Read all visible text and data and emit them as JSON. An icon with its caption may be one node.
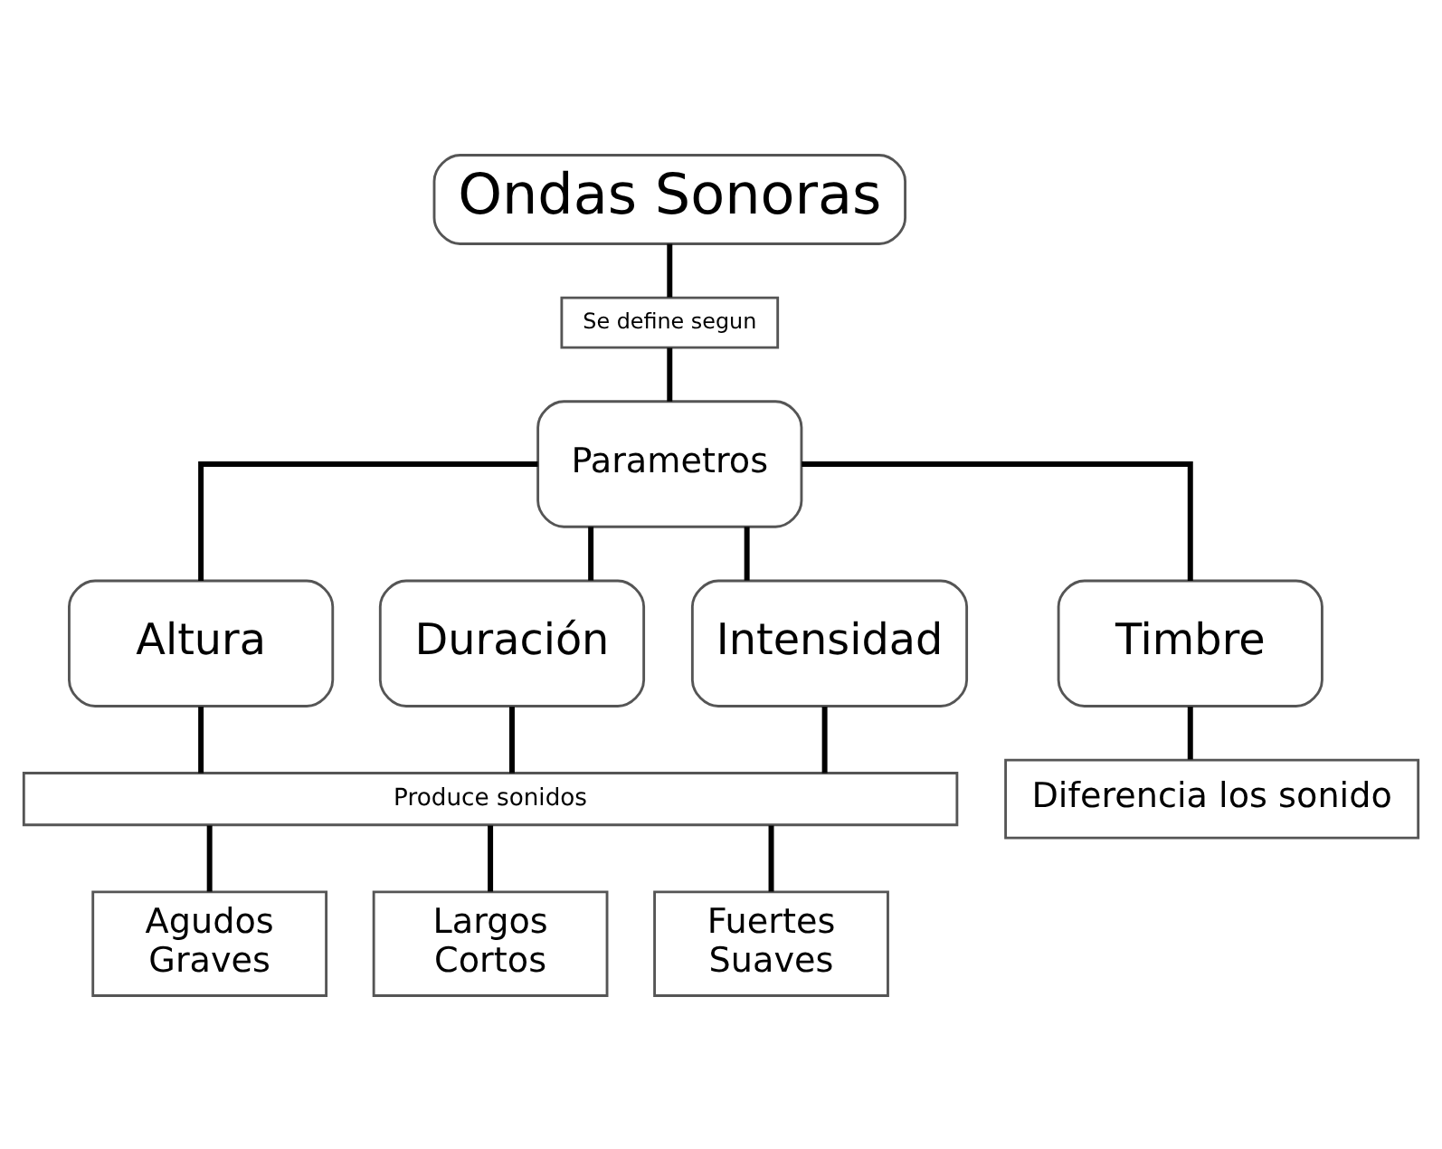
{
  "diagram": {
    "nodes": [
      {
        "text": [
          "Ondas Sonoras"
        ]
      },
      {
        "text": [
          "Se define segun"
        ]
      },
      {
        "text": [
          "Parametros"
        ]
      },
      {
        "text": [
          "Altura"
        ]
      },
      {
        "text": [
          "Duración"
        ]
      },
      {
        "text": [
          "Intensidad"
        ]
      },
      {
        "text": [
          "Timbre"
        ]
      },
      {
        "text": [
          "Produce sonidos"
        ]
      },
      {
        "text": [
          "Diferencia los sonido"
        ]
      },
      {
        "text": [
          "Agudos",
          "Graves"
        ]
      },
      {
        "text": [
          "Largos",
          "Cortos"
        ]
      },
      {
        "text": [
          "Fuertes",
          "Suaves"
        ]
      }
    ],
    "edges": [
      {
        "from": 0,
        "to": 1,
        "arrow": "none"
      },
      {
        "from": 1,
        "to": 2,
        "arrow": "none"
      },
      {
        "from": 2,
        "to": 3,
        "arrow": "none"
      },
      {
        "from": 2,
        "to": 4,
        "arrow": "none"
      },
      {
        "from": 2,
        "to": 5,
        "arrow": "none"
      },
      {
        "from": 2,
        "to": 6,
        "arrow": "none"
      },
      {
        "from": 3,
        "to": 7,
        "arrow": "none"
      },
      {
        "from": 4,
        "to": 7,
        "arrow": "none"
      },
      {
        "from": 5,
        "to": 7,
        "arrow": "none"
      },
      {
        "from": 6,
        "to": 8,
        "arrow": "none"
      },
      {
        "from": 7,
        "to": 9,
        "arrow": "none"
      },
      {
        "from": 7,
        "to": 10,
        "arrow": "none"
      },
      {
        "from": 7,
        "to": 11,
        "arrow": "none"
      }
    ]
  }
}
